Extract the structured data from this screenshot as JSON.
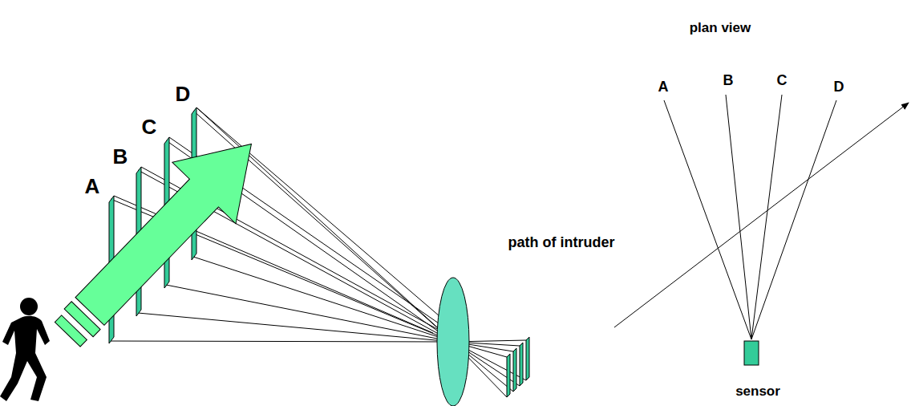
{
  "diagram": {
    "labels": [
      "A",
      "B",
      "C",
      "D",
      "plan view",
      "A",
      "B",
      "C",
      "D",
      "path of intruder",
      "sensor"
    ]
  }
}
